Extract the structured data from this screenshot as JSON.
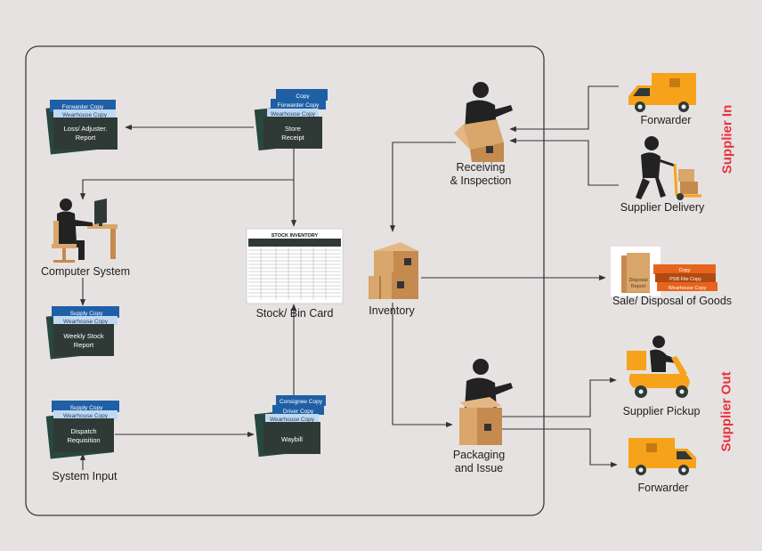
{
  "colors": {
    "background": "#e6e2e1",
    "frame": "#3a3a3a",
    "accent_red": "#e8323c",
    "truck_orange": "#f7a21b",
    "doc_dark": "#2f3a37",
    "doc_green": "#27473f",
    "doc_light_blue": "#bfd9f2",
    "doc_blue": "#1f5fa6",
    "box_tan": "#d9a66b"
  },
  "nodes": {
    "loss_report": {
      "copies": [
        "Forwarder Copy",
        "Wearhouse Copy"
      ],
      "title_lines": [
        "Loss/ Adjuster.",
        "Report"
      ]
    },
    "store_receipt": {
      "copies": [
        "Copy",
        "Forwarder Copy",
        "Wearhouse Copy"
      ],
      "title_lines": [
        "Store",
        "Receipt"
      ]
    },
    "computer_system": {
      "label": "Computer System"
    },
    "weekly_stock": {
      "copies": [
        "Supply Copy",
        "Wearhouse Copy"
      ],
      "title_lines": [
        "Weekly Stock",
        "Report"
      ]
    },
    "dispatch": {
      "copies": [
        "Supply Copy",
        "Wearhouse Copy"
      ],
      "title_lines": [
        "Dispatch",
        "Requisition"
      ]
    },
    "system_input": {
      "label": "System Input"
    },
    "waybill": {
      "copies": [
        "Consignee Copy",
        "Driver Copy",
        "Wearhouse Copy"
      ],
      "title_lines": [
        "Waybill"
      ]
    },
    "stock_card": {
      "label": "Stock/ Bin Card",
      "sheet_title": "STOCK INVENTORY"
    },
    "receiving": {
      "label_lines": [
        "Receiving",
        "& Inspection"
      ]
    },
    "inventory": {
      "label": "Inventory"
    },
    "packaging": {
      "label_lines": [
        "Packaging",
        "and Issue"
      ]
    },
    "forwarder_in": {
      "label": "Forwarder"
    },
    "supplier_delivery": {
      "label": "Supplier Delivery"
    },
    "sale_disposal": {
      "label": "Sale/ Disposal of Goods",
      "folder_lines": [
        "Disposal",
        "Report"
      ],
      "copies": [
        "Copy",
        "PSB File Copy",
        "Wearhouse Copy"
      ]
    },
    "supplier_pickup": {
      "label": "Supplier Pickup"
    },
    "forwarder_out": {
      "label": "Forwarder"
    }
  },
  "side_labels": {
    "supplier_in": "Supplier In",
    "supplier_out": "Supplier Out"
  }
}
